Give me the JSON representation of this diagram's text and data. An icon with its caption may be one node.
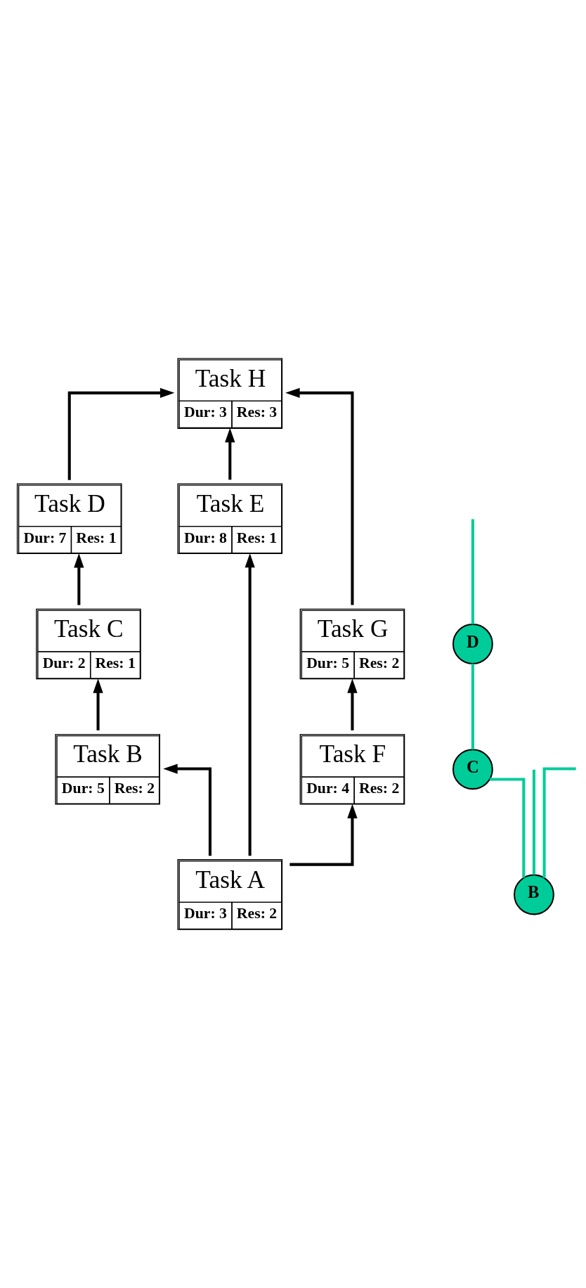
{
  "diagram": {
    "nodes": [
      {
        "text": [
          "Task A",
          "Dur: 3",
          "Res: 2"
        ]
      },
      {
        "text": [
          "Task B",
          "Dur: 5",
          "Res: 2"
        ]
      },
      {
        "text": [
          "Task C",
          "Dur: 2",
          "Res: 1"
        ]
      },
      {
        "text": [
          "Task D",
          "Dur: 7",
          "Res: 1"
        ]
      },
      {
        "text": [
          "Task E",
          "Dur: 8",
          "Res: 1"
        ]
      },
      {
        "text": [
          "Task F",
          "Dur: 4",
          "Res: 2"
        ]
      },
      {
        "text": [
          "Task G",
          "Dur: 5",
          "Res: 2"
        ]
      },
      {
        "text": [
          "Task H",
          "Dur: 3",
          "Res: 3"
        ]
      },
      {
        "text": [
          "B"
        ]
      },
      {
        "text": [
          "C"
        ]
      },
      {
        "text": [
          "D"
        ]
      }
    ],
    "edges": [
      {
        "from": 0,
        "to": 1,
        "arrow": "to"
      },
      {
        "from": 0,
        "to": 4,
        "arrow": "to"
      },
      {
        "from": 0,
        "to": 5,
        "arrow": "to"
      },
      {
        "from": 1,
        "to": 2,
        "arrow": "to"
      },
      {
        "from": 2,
        "to": 3,
        "arrow": "to"
      },
      {
        "from": 3,
        "to": 7,
        "arrow": "to"
      },
      {
        "from": 4,
        "to": 7,
        "arrow": "to"
      },
      {
        "from": 5,
        "to": 6,
        "arrow": "to"
      },
      {
        "from": 6,
        "to": 7,
        "arrow": "to"
      },
      {
        "from": 8,
        "to": 9,
        "arrow": "none",
        "color": "#00cc99"
      },
      {
        "from": 9,
        "to": 10,
        "arrow": "none",
        "color": "#00cc99"
      },
      {
        "from": 8,
        "to": null,
        "arrow": "none",
        "color": "#00cc99"
      },
      {
        "from": 8,
        "to": null,
        "arrow": "none",
        "color": "#00cc99"
      },
      {
        "from": 10,
        "to": null,
        "arrow": "none",
        "color": "#00cc99"
      }
    ]
  }
}
